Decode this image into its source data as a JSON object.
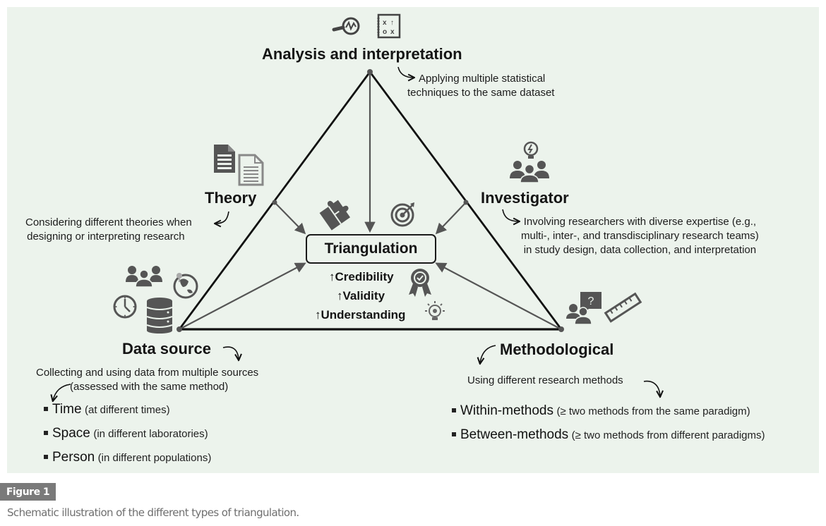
{
  "figure": {
    "label": "Figure 1",
    "caption": "Schematic illustration of the different types of triangulation."
  },
  "colors": {
    "panel_bg": "#ecf3ec",
    "line_dark": "#111111",
    "arrow_gray": "#555555",
    "icon_gray": "#555555",
    "figure_label_bg": "#7a7a7a",
    "caption_text": "#6f6f6f"
  },
  "center": {
    "title": "Triangulation",
    "benefits": [
      {
        "arrow": "↑",
        "label": "Credibility",
        "icon": "award-badge-icon"
      },
      {
        "arrow": "↑",
        "label": "Validity",
        "icon": ""
      },
      {
        "arrow": "↑",
        "label": "Understanding",
        "icon": "lightbulb-idea-icon"
      }
    ],
    "icons": [
      "puzzle-pieces-icon",
      "target-icon"
    ]
  },
  "nodes": {
    "analysis": {
      "title": "Analysis and interpretation",
      "description": [
        "Applying multiple statistical",
        "techniques to the same dataset"
      ],
      "icons": [
        "magnifier-chart-icon",
        "strategy-board-icon"
      ]
    },
    "theory": {
      "title": "Theory",
      "description": [
        "Considering different theories when",
        "designing or interpreting research"
      ],
      "icons": [
        "document-icon",
        "document-copy-icon"
      ]
    },
    "investigator": {
      "title": "Investigator",
      "description": [
        "Involving researchers with diverse expertise (e.g.,",
        "multi-, inter-, and transdisciplinary research teams)",
        "in study design, data collection, and interpretation"
      ],
      "icons": [
        "lightbulb-icon",
        "team-icon"
      ]
    },
    "data_source": {
      "title": "Data source",
      "description": [
        "Collecting and using data from multiple sources",
        "(assessed with the same method)"
      ],
      "items": [
        {
          "term": "Time",
          "detail": "(at different times)"
        },
        {
          "term": "Space",
          "detail": "(in different laboratories)"
        },
        {
          "term": "Person",
          "detail": "(in different populations)"
        }
      ],
      "icons": [
        "people-group-icon",
        "globe-pin-icon",
        "clock-icon",
        "database-icon"
      ]
    },
    "methodological": {
      "title": "Methodological",
      "description": [
        "Using different research methods"
      ],
      "items": [
        {
          "term": "Within-methods",
          "detail": "(≥ two methods from the same paradigm)"
        },
        {
          "term": "Between-methods",
          "detail": "(≥ two methods from different paradigms)"
        }
      ],
      "icons": [
        "interview-question-icon",
        "ruler-icon"
      ]
    }
  }
}
